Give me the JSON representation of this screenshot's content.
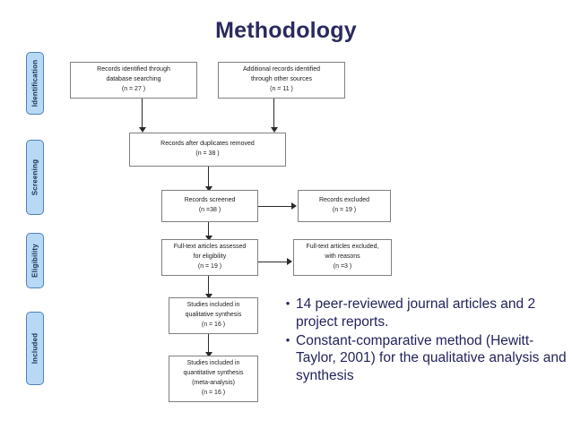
{
  "slide": {
    "title": "Methodology",
    "title_color": "#2b2a5e",
    "background": "#ffffff"
  },
  "stages": [
    {
      "label": "Identification"
    },
    {
      "label": "Screening"
    },
    {
      "label": "Eligibility"
    },
    {
      "label": "Included"
    }
  ],
  "stage_style": {
    "fill": "#b8d9f3",
    "border": "#4f81bd",
    "text_color": "#17375e"
  },
  "flowchart": {
    "type": "prisma-flow-diagram",
    "boxes": [
      {
        "id": "identified-database",
        "lines": [
          "Records identified through",
          "database searching",
          "(n = 27  )"
        ],
        "n": 27
      },
      {
        "id": "identified-other-sources",
        "lines": [
          "Additional records identified",
          "through other sources",
          "(n = 11  )"
        ],
        "n": 11
      },
      {
        "id": "duplicates-removed",
        "lines": [
          "Records after duplicates removed",
          "(n = 38  )"
        ],
        "n": 38
      },
      {
        "id": "records-screened",
        "lines": [
          "Records screened",
          "(n =38   )"
        ],
        "n": 38
      },
      {
        "id": "records-excluded",
        "lines": [
          "Records excluded",
          "(n = 19  )"
        ],
        "n": 19
      },
      {
        "id": "fulltext-assessed",
        "lines": [
          "Full-text articles assessed",
          "for eligibility",
          "(n = 19  )"
        ],
        "n": 19
      },
      {
        "id": "fulltext-excluded",
        "lines": [
          "Full-text articles excluded,",
          "with reasons",
          "(n =3   )"
        ],
        "n": 3
      },
      {
        "id": "qualitative-synthesis",
        "lines": [
          "Studies included in",
          "qualitative synthesis",
          "(n = 16  )"
        ],
        "n": 16
      },
      {
        "id": "quantitative-synthesis",
        "lines": [
          "Studies included in",
          "quantitative synthesis",
          "(meta-analysis)",
          "(n = 16  )"
        ],
        "n": 16
      }
    ],
    "box_style": {
      "fill": "#ffffff",
      "border": "#808080",
      "connector": "#2b2b2b"
    }
  },
  "bullets": [
    "14 peer-reviewed journal articles and 2 project reports.",
    "Constant-comparative method (Hewitt-Taylor, 2001) for the qualitative analysis and synthesis"
  ],
  "bullet_marker": "•"
}
